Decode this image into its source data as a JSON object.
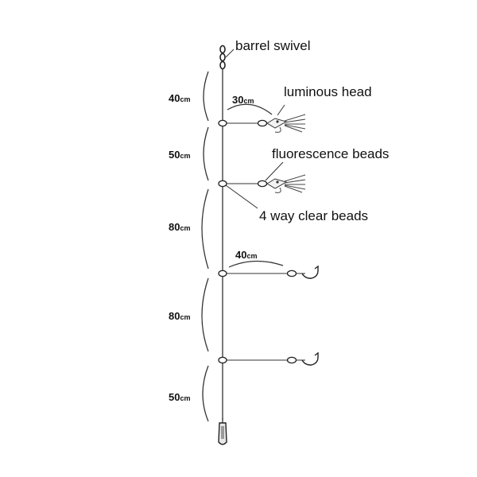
{
  "callouts": {
    "swivel": "barrel swivel",
    "head": "luminous head",
    "fluor": "fluorescence beads",
    "clear": "4 way clear beads"
  },
  "measurements": {
    "seg1": {
      "value": "40",
      "unit": "cm"
    },
    "seg2": {
      "value": "50",
      "unit": "cm"
    },
    "seg3": {
      "value": "80",
      "unit": "cm"
    },
    "seg4": {
      "value": "80",
      "unit": "cm"
    },
    "seg5": {
      "value": "50",
      "unit": "cm"
    },
    "branch1": {
      "value": "30",
      "unit": "cm"
    },
    "branch3": {
      "value": "40",
      "unit": "cm"
    }
  },
  "colors": {
    "line": "#333333",
    "text": "#111111",
    "bead": "#ffffff"
  }
}
